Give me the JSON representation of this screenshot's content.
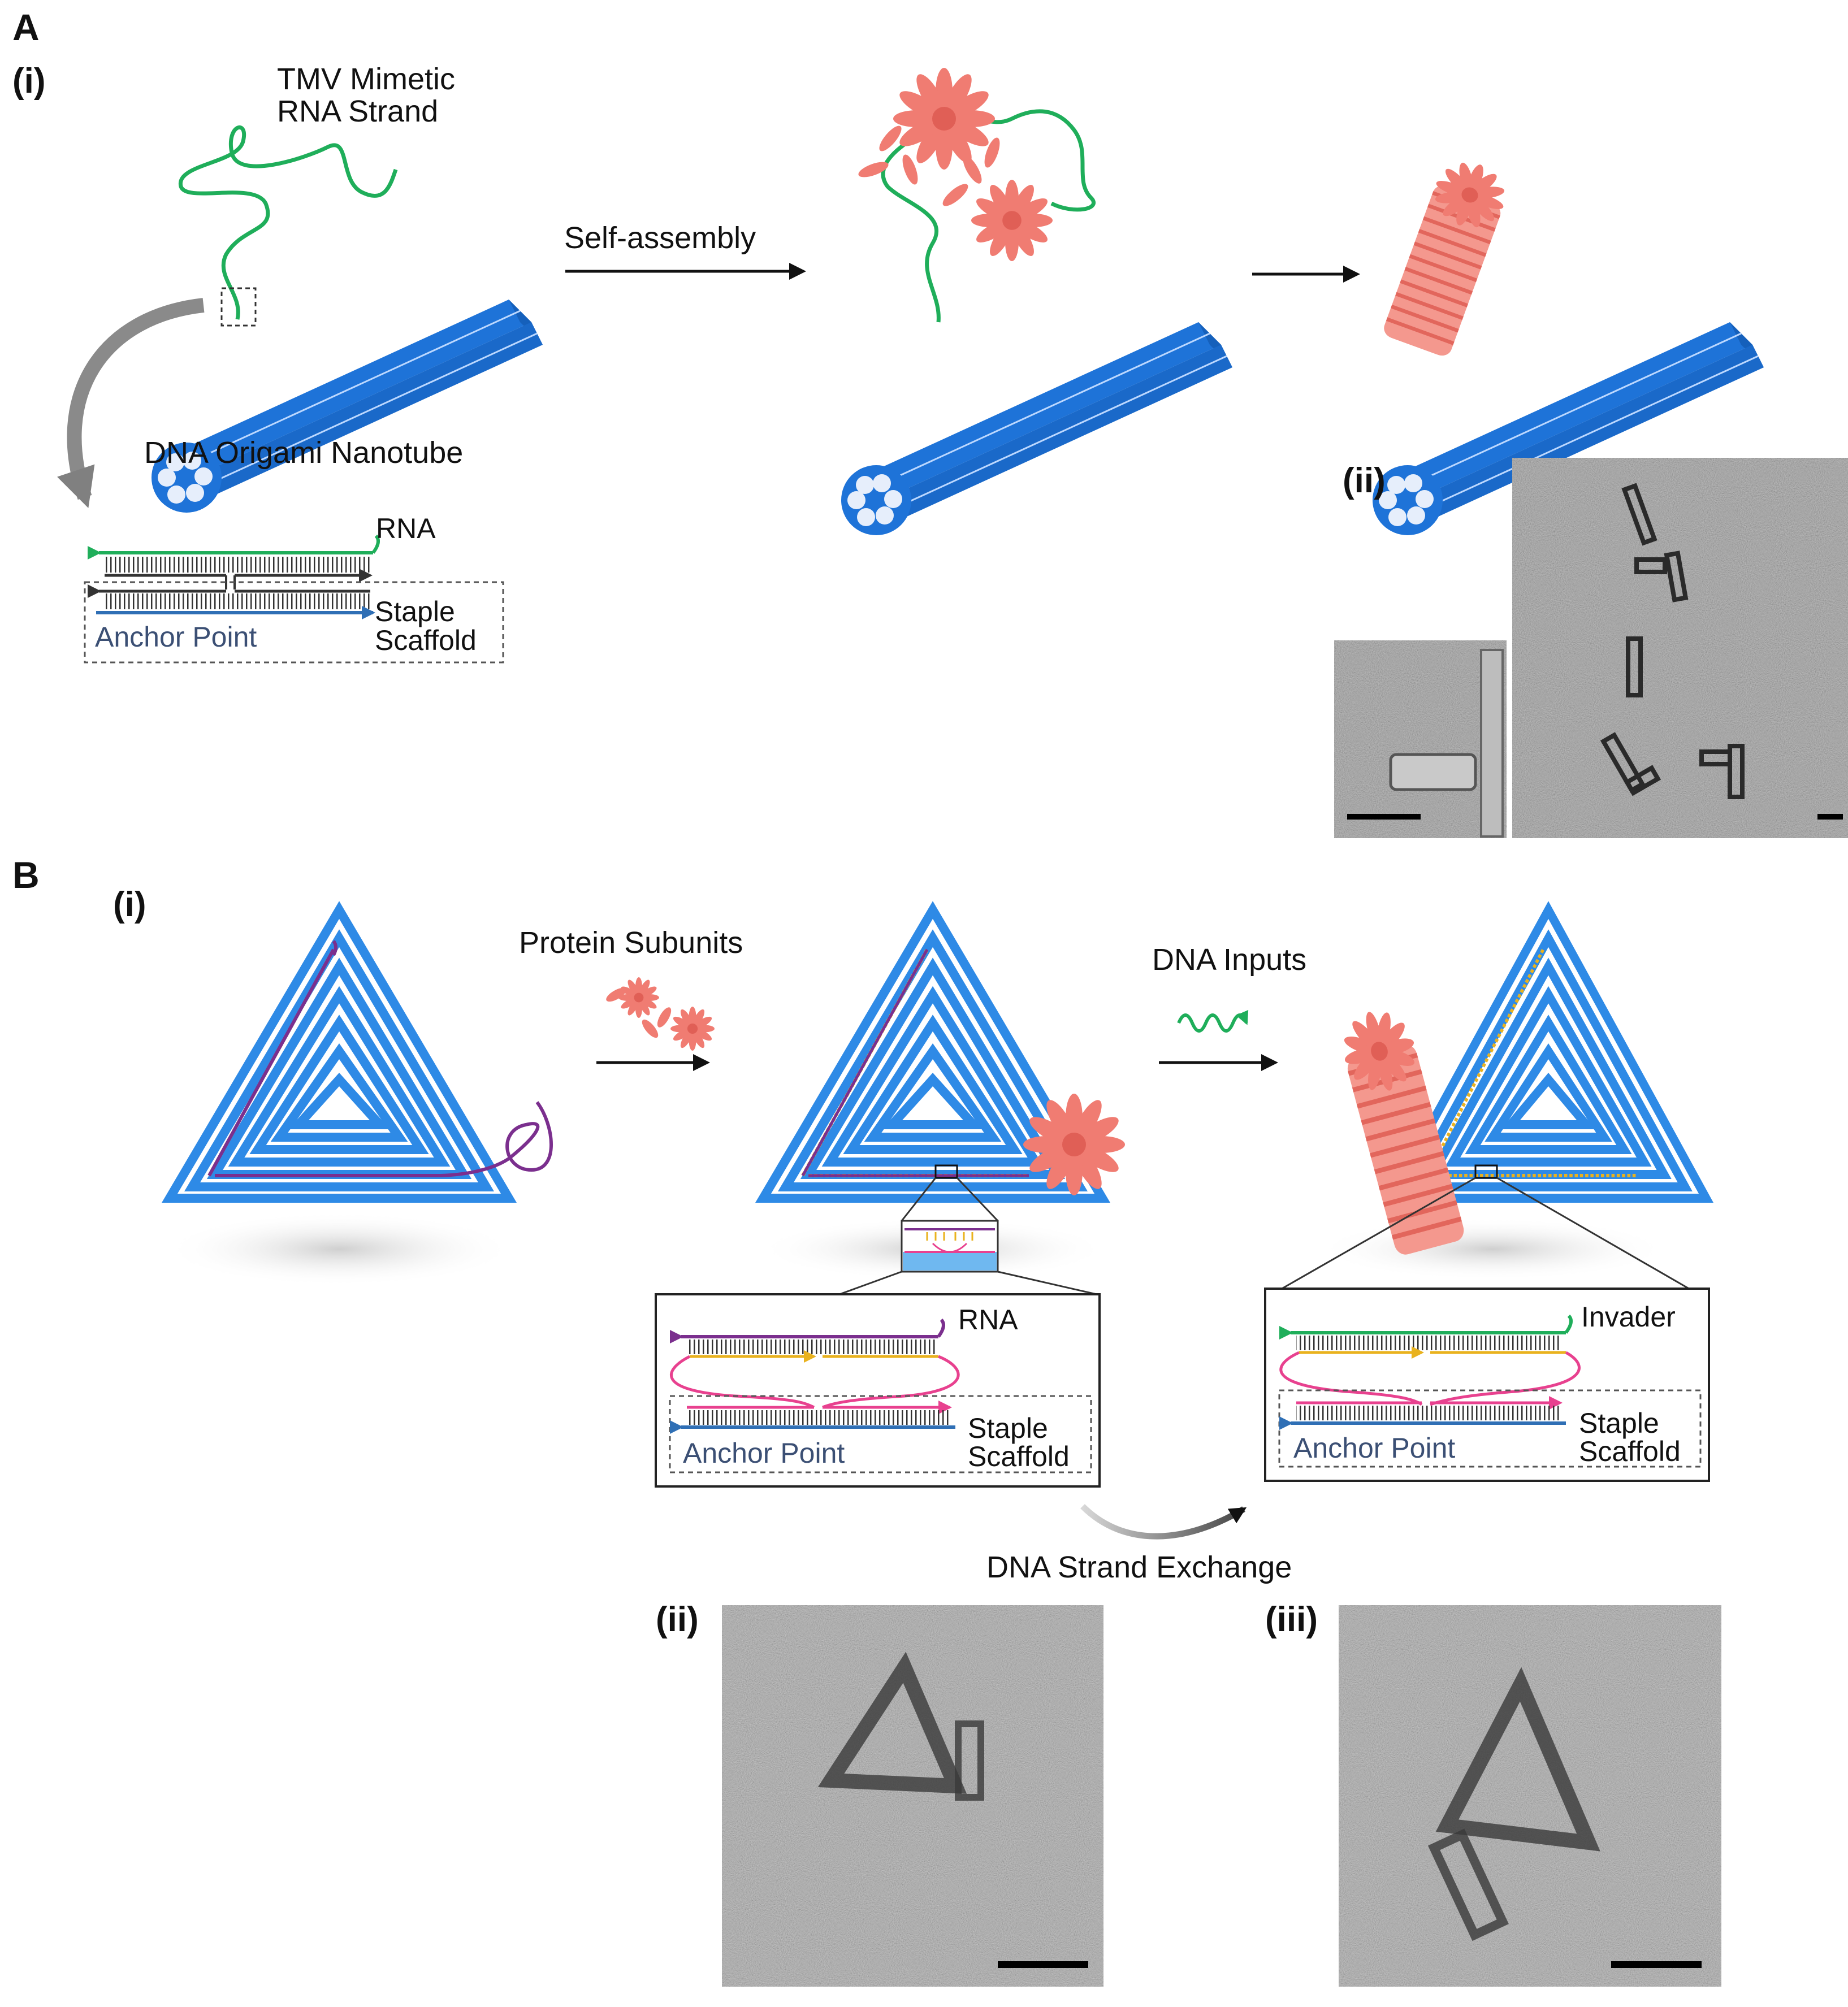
{
  "panel_a": {
    "letter": "A",
    "sub_i": "(i)",
    "sub_ii": "(ii)",
    "rna_label_line1": "TMV Mimetic",
    "rna_label_line2": "RNA Strand",
    "nanotube_label": "DNA Origami Nanotube",
    "step1_label": "Self-assembly",
    "inset": {
      "rna": "RNA",
      "staple": "Staple",
      "scaffold": "Scaffold",
      "anchor": "Anchor Point"
    }
  },
  "panel_b": {
    "letter": "B",
    "sub_i": "(i)",
    "sub_ii": "(ii)",
    "sub_iii": "(iii)",
    "step1_label": "Protein Subunits",
    "step2_label": "DNA Inputs",
    "exchange_label": "DNA Strand Exchange",
    "inset_left": {
      "rna": "RNA",
      "staple": "Staple",
      "scaffold": "Scaffold",
      "anchor": "Anchor Point"
    },
    "inset_right": {
      "invader": "Invader",
      "staple": "Staple",
      "scaffold": "Scaffold",
      "anchor": "Anchor Point"
    }
  },
  "colors": {
    "origami_blue": "#1e73d8",
    "rna_green": "#1fae5a",
    "protein_salmon": "#f07c72",
    "rna_purple": "#7b2f8e",
    "staple_pink": "#e8418f",
    "strand_yellow": "#e9b21e",
    "scaffold_blue": "#2f6fb5"
  }
}
